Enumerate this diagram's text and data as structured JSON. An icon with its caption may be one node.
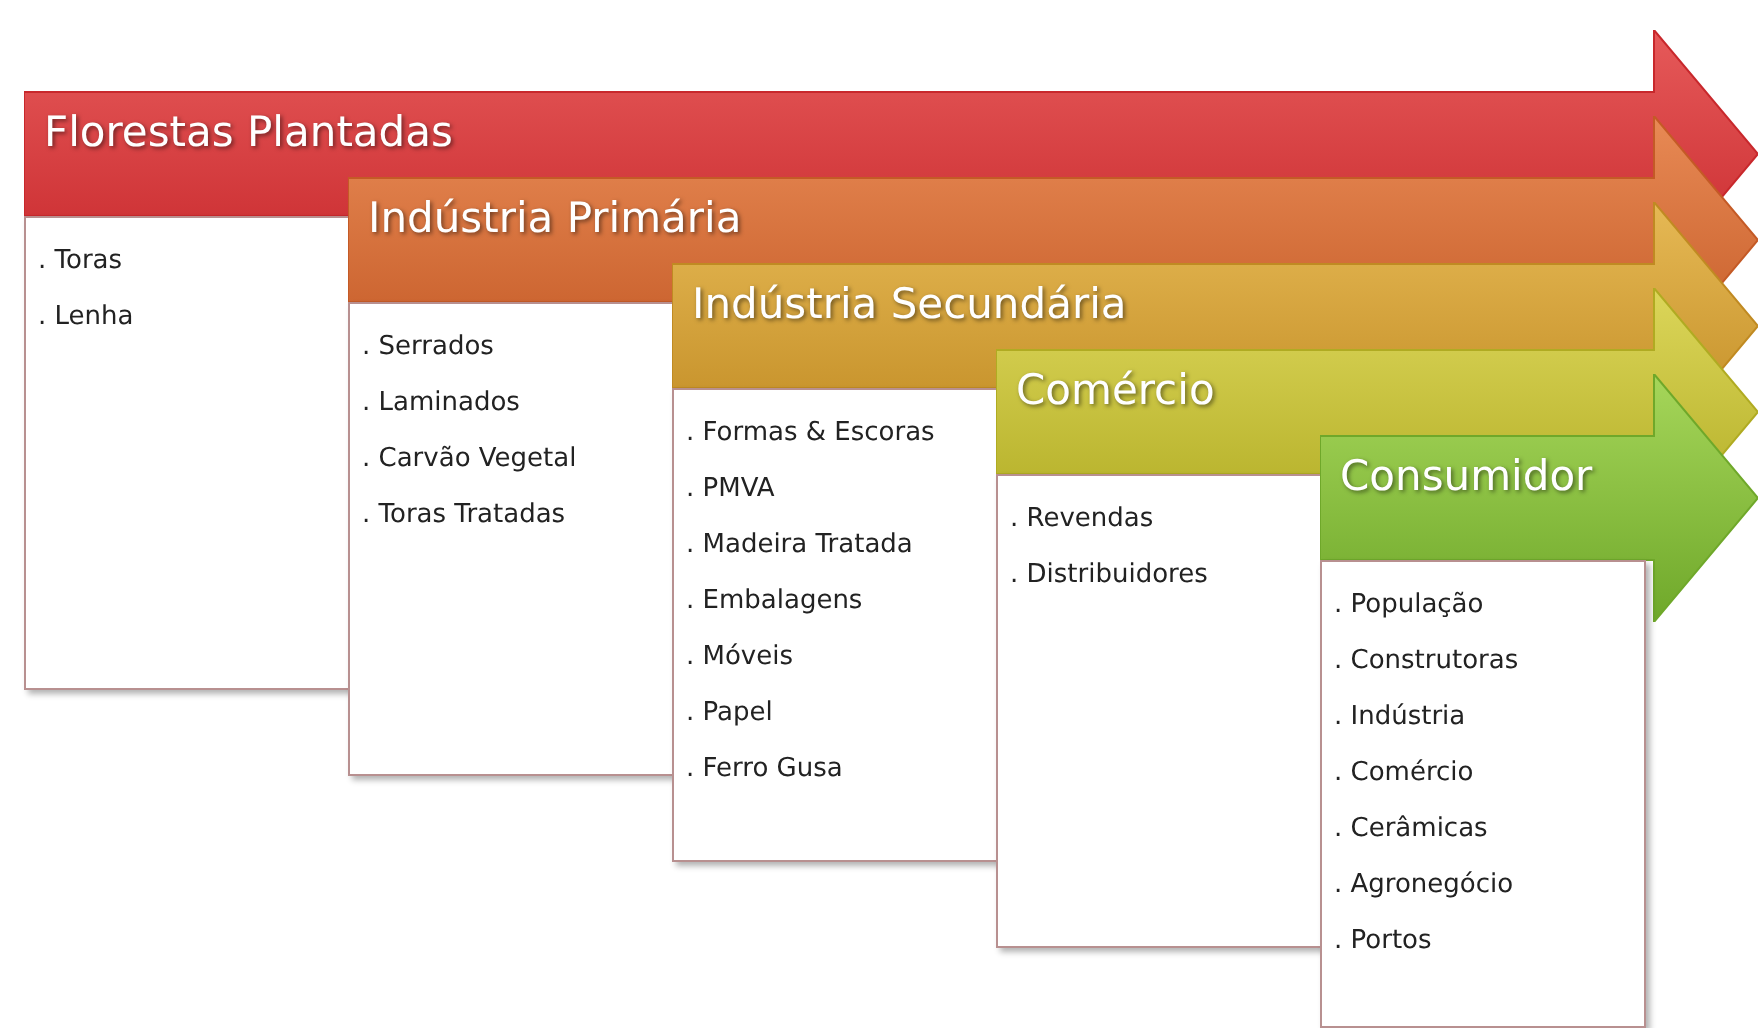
{
  "diagram": {
    "nodes": [
      {
        "text": [
          "Florestas Plantadas"
        ]
      },
      {
        "text": [
          ". Toras",
          ". Lenha"
        ]
      },
      {
        "text": [
          "Indústria Primária"
        ]
      },
      {
        "text": [
          ". Serrados",
          ". Laminados",
          ". Carvão Vegetal",
          ". Toras Tratadas"
        ]
      },
      {
        "text": [
          "Indústria Secundária"
        ]
      },
      {
        "text": [
          ". Formas & Escoras",
          ". PMVA",
          ". Madeira Tratada",
          ". Embalagens",
          ". Móveis",
          ". Papel",
          ". Ferro Gusa"
        ]
      },
      {
        "text": [
          "Comércio"
        ]
      },
      {
        "text": [
          ". Revendas",
          ". Distribuidores"
        ]
      },
      {
        "text": [
          "Consumidor"
        ]
      },
      {
        "text": [
          ". População",
          ". Construtoras",
          ". Indústria",
          ". Comércio",
          ". Cerâmicas",
          ". Agronegócio",
          ". Portos"
        ]
      }
    ]
  }
}
